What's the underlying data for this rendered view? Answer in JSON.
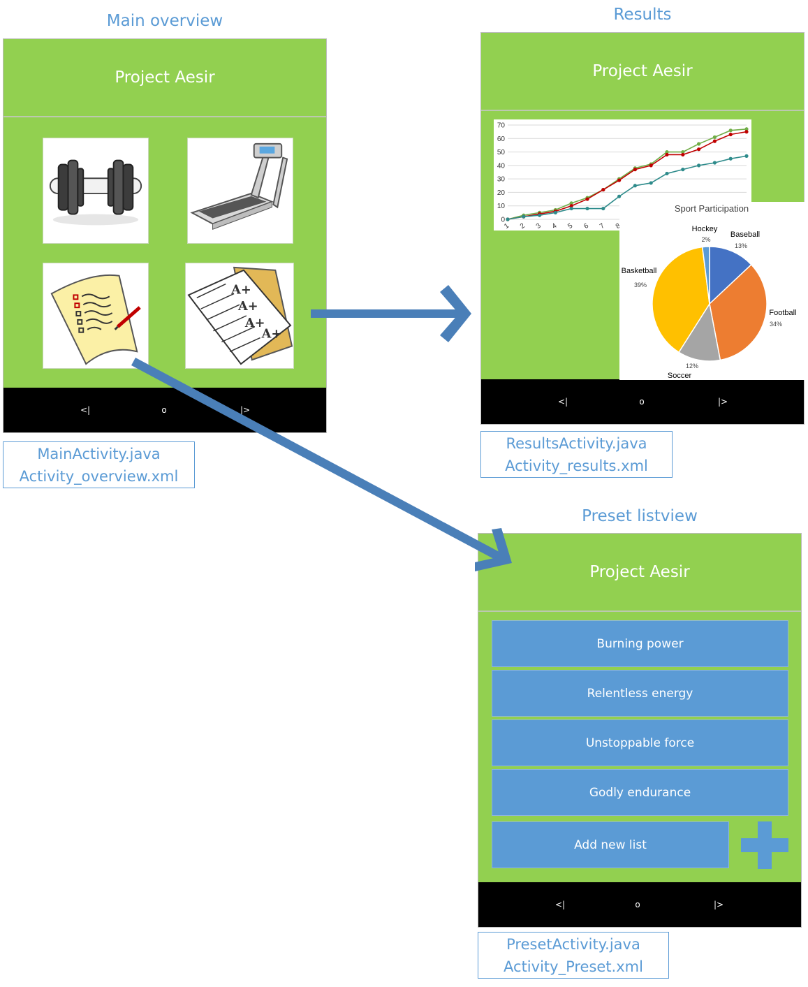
{
  "screens": {
    "main": {
      "caption": "Main overview",
      "title": "Project Aesir",
      "tiles": [
        "dumbbell-icon",
        "treadmill-icon",
        "checklist-icon",
        "report-card-icon"
      ],
      "nav": {
        "back": "<|",
        "home": "o",
        "forward": "|>"
      },
      "files": [
        "MainActivity.java",
        "Activity_overview.xml"
      ]
    },
    "results": {
      "caption": "Results",
      "title": "Project Aesir",
      "nav": {
        "back": "<|",
        "home": "o",
        "forward": "|>"
      },
      "files": [
        "ResultsActivity.java",
        "Activity_results.xml"
      ]
    },
    "preset": {
      "caption": "Preset listview",
      "title": "Project Aesir",
      "items": [
        "Burning power",
        "Relentless energy",
        "Unstoppable force",
        "Godly endurance"
      ],
      "add_label": "Add new list",
      "nav": {
        "back": "<|",
        "home": "o",
        "forward": "|>"
      },
      "files": [
        "PresetActivity.java",
        "Activity_Preset.xml"
      ]
    }
  },
  "colors": {
    "screen_bg": "#92d050",
    "nav_bg": "#000000",
    "accent": "#5b9bd5",
    "arrow": "#4a7fb8"
  },
  "chart_data": [
    {
      "type": "line",
      "x": [
        1,
        2,
        3,
        4,
        5,
        6,
        7,
        8,
        9,
        10,
        11,
        12,
        13,
        14,
        15,
        16
      ],
      "x_tick_labels": [
        "1",
        "2",
        "3",
        "4",
        "5",
        "6",
        "7",
        "8"
      ],
      "series": [
        {
          "color": "#70ad47",
          "values": [
            0,
            3,
            5,
            7,
            12,
            16,
            22,
            30,
            38,
            41,
            50,
            50,
            56,
            61,
            66,
            67
          ]
        },
        {
          "color": "#c00000",
          "values": [
            0,
            2,
            4,
            6,
            10,
            15,
            22,
            29,
            37,
            40,
            48,
            48,
            52,
            58,
            63,
            65
          ]
        },
        {
          "color": "#2e8b8b",
          "values": [
            0,
            2,
            3,
            5,
            8,
            8,
            8,
            17,
            25,
            27,
            34,
            37,
            40,
            42,
            45,
            47
          ]
        }
      ],
      "ylim": [
        0,
        70
      ],
      "y_ticks": [
        0,
        10,
        20,
        30,
        40,
        50,
        60,
        70
      ],
      "grid": true
    },
    {
      "type": "pie",
      "title": "Sport Participation",
      "slices": [
        {
          "label": "Baseball",
          "pct_label": "13%",
          "value": 13,
          "color": "#4472c4"
        },
        {
          "label": "Football",
          "pct_label": "34%",
          "value": 34,
          "color": "#ed7d31"
        },
        {
          "label": "Soccer",
          "pct_label": "12%",
          "value": 12,
          "color": "#a5a5a5"
        },
        {
          "label": "Basketball",
          "pct_label": "39%",
          "value": 39,
          "color": "#ffc000"
        },
        {
          "label": "Hockey",
          "pct_label": "2%",
          "value": 2,
          "color": "#5b9bd5"
        }
      ]
    }
  ]
}
